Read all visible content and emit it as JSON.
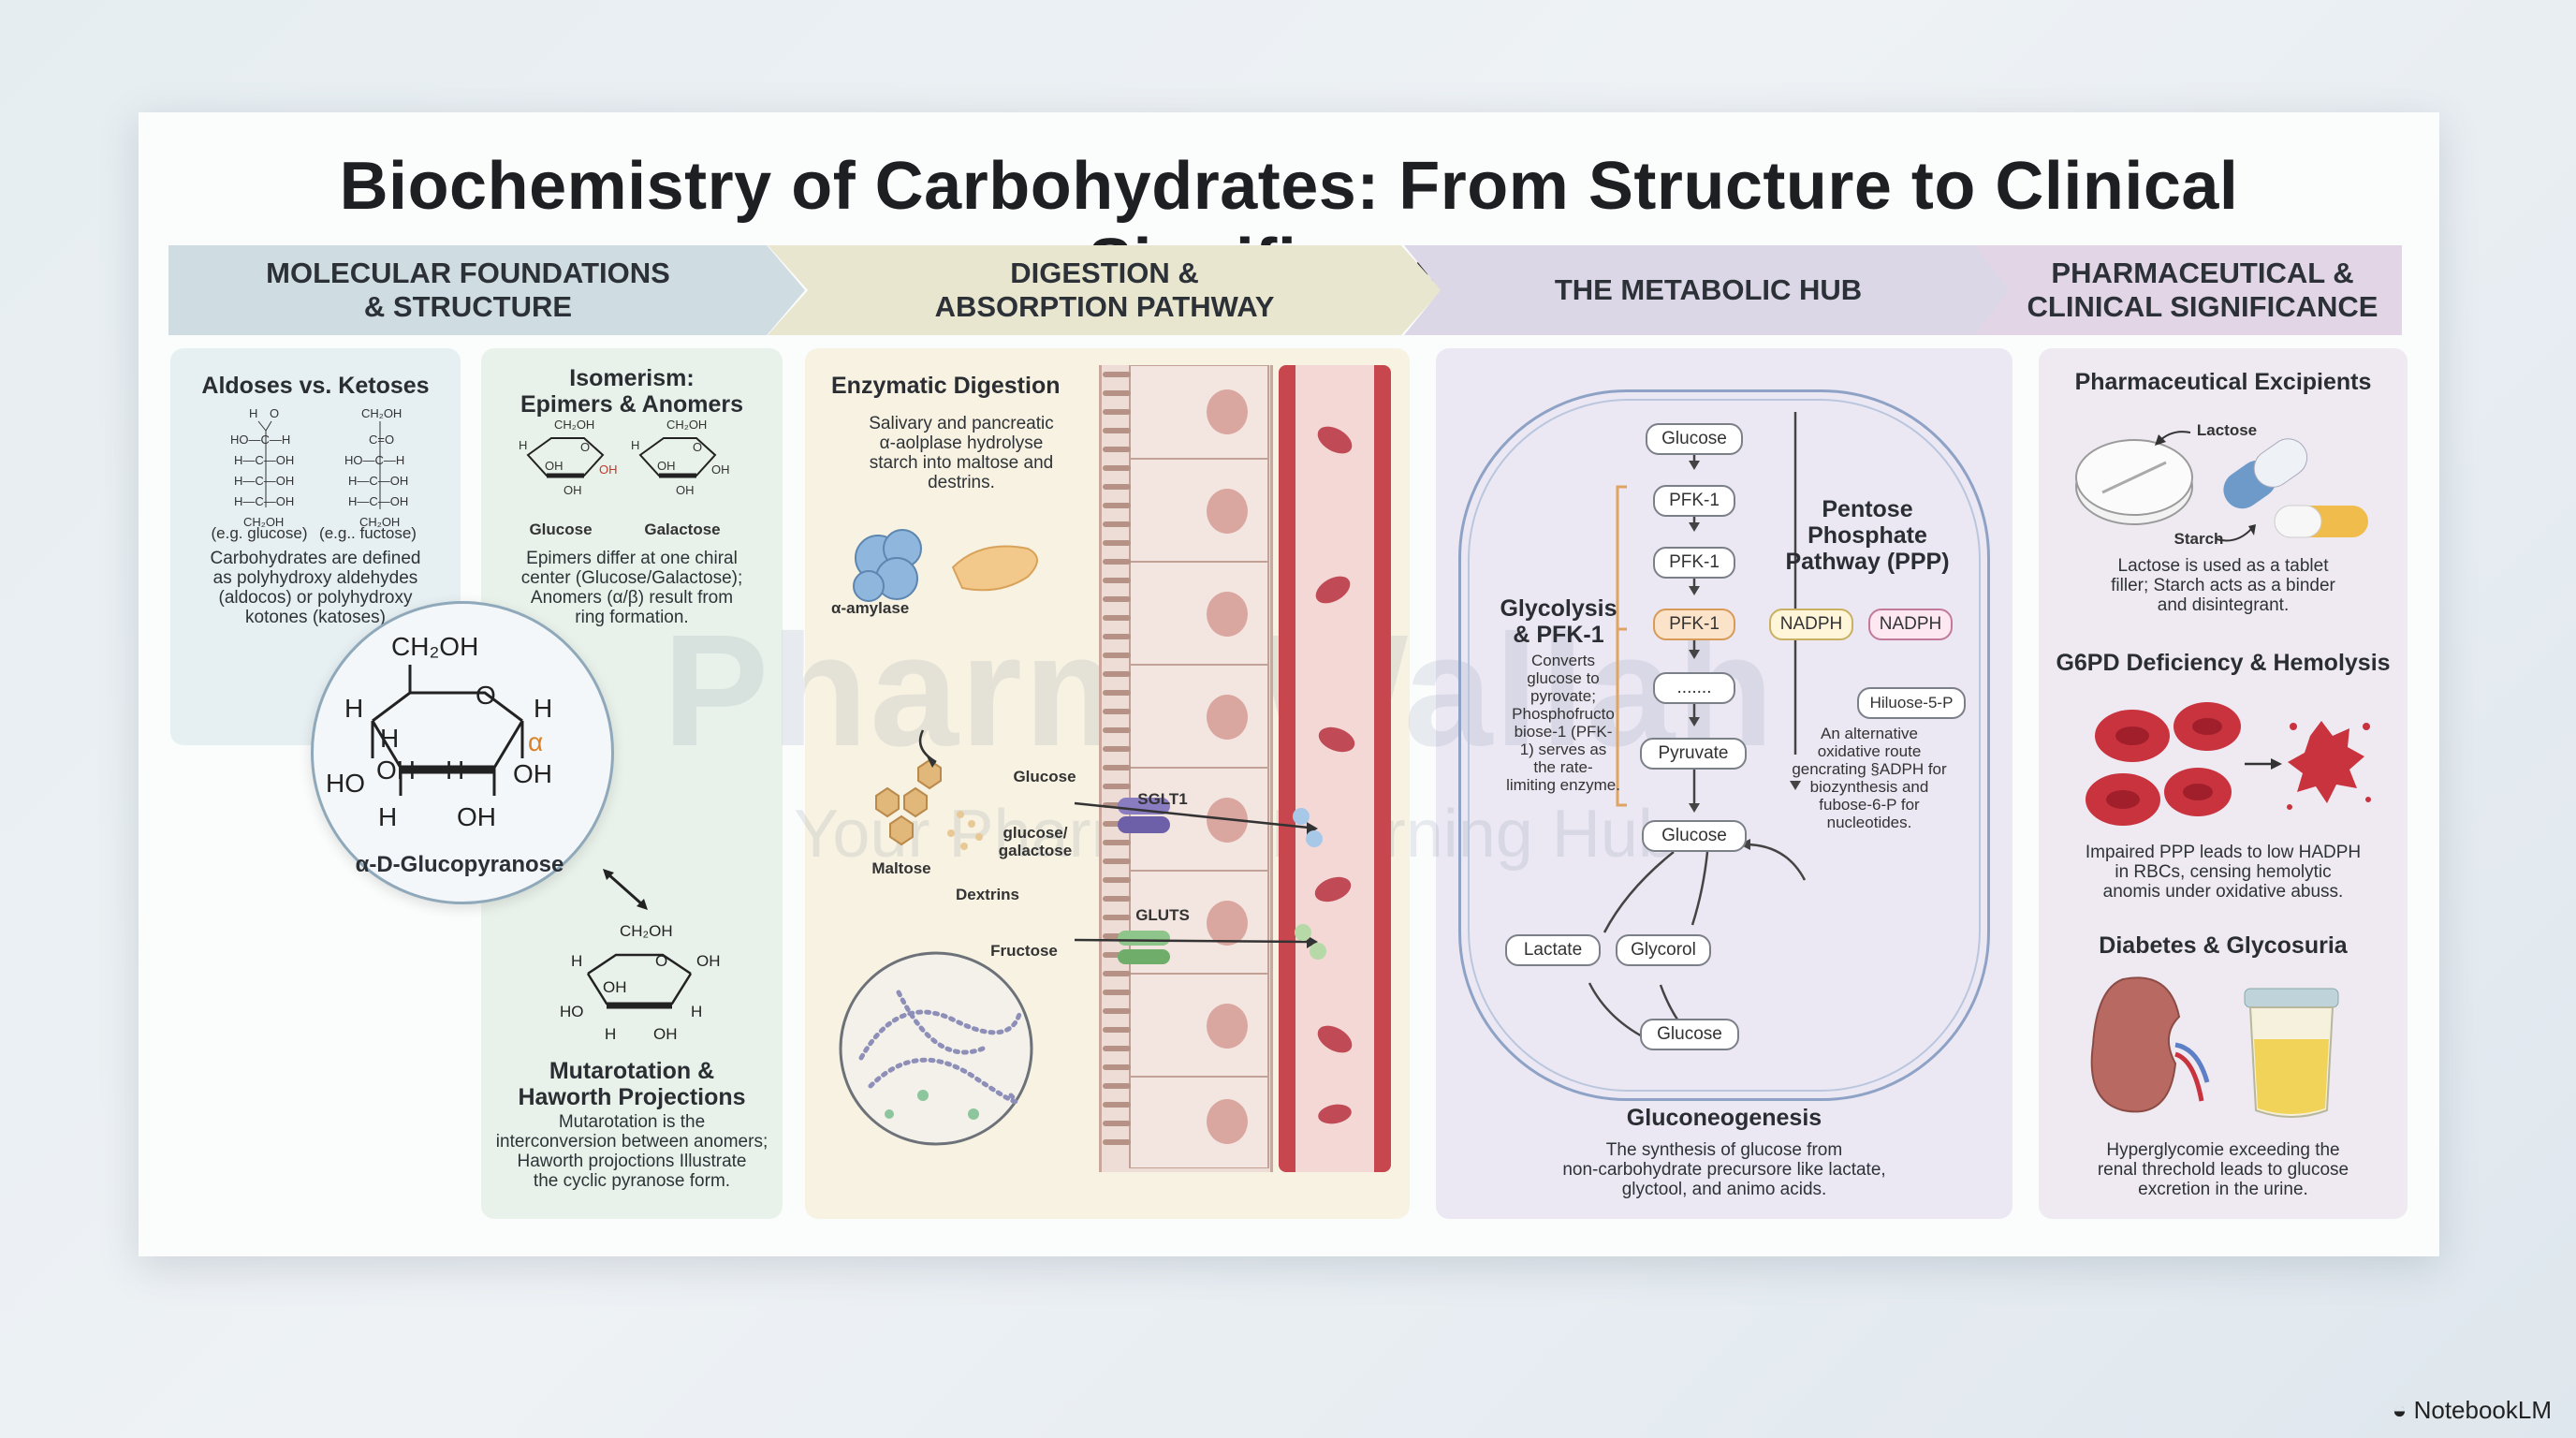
{
  "title": "Biochemistry of Carbohydrates: From Structure to Clinical Significance",
  "bands": [
    {
      "line1": "MOLECULAR FOUNDATIONS",
      "line2": "& STRUCTURE"
    },
    {
      "line1": "DIGESTION &",
      "line2": "ABSORPTION PATHWAY"
    },
    {
      "line1": "THE METABOLIC HUB",
      "line2": ""
    },
    {
      "line1": "PHARMACEUTICAL &",
      "line2": "CLINICAL SIGNIFICANCE"
    }
  ],
  "aldoses": {
    "heading": "Aldoses vs. Ketoses",
    "label_glucose": "(e.g. glucose)",
    "label_fructose": "(e.g.. fuctose)",
    "text": [
      "Carbohydrates are defined",
      "as polyhydroxy aldehydes",
      "(aldocos) or polyhydroxy",
      "kotones (katoses)"
    ],
    "fischer": {
      "ch2oh": "CH₂OH",
      "ho_c_h": "HO—C—H",
      "h_c_oh": "H—C—OH",
      "c_o": "C=O",
      "h": "H",
      "o": "O"
    }
  },
  "isomerism": {
    "heading1": "Isomerism:",
    "heading2": "Epimers & Anomers",
    "glucose": "Glucose",
    "galactose": "Galactose",
    "text": [
      "Epimers differ at one chiral",
      "center (Glucose/Galactose);",
      "Anomers (α/β) result from",
      "ring formation."
    ],
    "ring_labels": {
      "ch2oh": "CH₂OH",
      "oh": "OH",
      "h": "H",
      "o": "O"
    }
  },
  "glucopyranose": {
    "label": "α-D-Glucopyranose",
    "ch2oh": "CH₂OH",
    "o": "O",
    "h": "H",
    "oh": "OH",
    "ho": "HO",
    "alpha": "α"
  },
  "mutarotation": {
    "heading1": "Mutarotation &",
    "heading2": "Haworth Projections",
    "text": [
      "Mutarotation is the",
      "interconversion between anomers;",
      "Haworth projoctions Illustrate",
      "the cyclic pyranose form."
    ],
    "ring": {
      "ch2oh": "CH₂OH",
      "o": "O",
      "oh": "OH",
      "h": "H",
      "ho": "HO"
    }
  },
  "digestion": {
    "heading": "Enzymatic Digestion",
    "text": [
      "Salivary and pancreatic",
      "α-aolplase hydrolyse",
      "starch into maltose and",
      "destrins."
    ],
    "amylase": "α-amylase",
    "maltose": "Maltose",
    "dextrins": "Dextrins",
    "glucose": "Glucose",
    "glucose_galactose1": "glucose/",
    "glucose_galactose2": "galactose",
    "fructose": "Fructose",
    "sglt1": "SGLT1",
    "gluts": "GLUTS"
  },
  "metabolic": {
    "nodes": {
      "glucose_top": "Glucose",
      "pfk1a": "PFK-1",
      "pfk1b": "PFK-1",
      "pfk1c": "PFK-1",
      "dots": ".......",
      "pyruvate": "Pyruvate",
      "glucose_mid": "Glucose",
      "lactate": "Lactate",
      "glycerol": "Glycorol",
      "glucose_bottom": "Glucose",
      "nadph1": "NADPH",
      "nadph2": "NADPH",
      "ribose": "Hiluose-5-P"
    },
    "glycolysis_heading": [
      "Glycolysis",
      "& PFK-1"
    ],
    "glycolysis_text": [
      "Converts",
      "glucose to",
      "pyrovate;",
      "Phosphofructo",
      "biose-1 (PFK-",
      "1) serves as",
      "the rate-",
      "limiting enzyme."
    ],
    "ppp_heading": [
      "Pentose",
      "Phosphate",
      "Pathway (PPP)"
    ],
    "ppp_text": [
      "An alternative",
      "oxidative route",
      "gencrating §ADPH for",
      "biozynthesis and",
      "fubose-6-P for",
      "nucleotides."
    ],
    "gluconeo_heading": "Gluconeogenesis",
    "gluconeo_text": [
      "The synthesis of glucose from",
      "non-carbohydrate precursore like lactate,",
      "glyctool, and animo acids."
    ]
  },
  "pharma": {
    "excipients_heading": "Pharmaceutical Excipients",
    "lactose": "Lactose",
    "starch": "Starch",
    "excipients_text": [
      "Lactose is used as a tablet",
      "filler; Starch acts as a binder",
      "and disintegrant."
    ],
    "g6pd_heading": "G6PD Deficiency & Hemolysis",
    "g6pd_text": [
      "Impaired PPP leads to low HADPH",
      "in RBCs, censing hemolytic",
      "anomis under oxidative abuss."
    ],
    "diabetes_heading": "Diabetes & Glycosuria",
    "diabetes_text": [
      "Hyperglycomie exceeding the",
      "renal threchold leads to glucose",
      "excretion in the urine."
    ]
  },
  "watermark": {
    "main": "PharmaWallah",
    "sub": "Your Pharmacy Learning Hub"
  },
  "brand": "NotebookLM",
  "colors": {
    "alpha_marker": "#d9822b",
    "blood_vessel": "#c8474f",
    "pfk_highlight": "#fbe3c9"
  }
}
